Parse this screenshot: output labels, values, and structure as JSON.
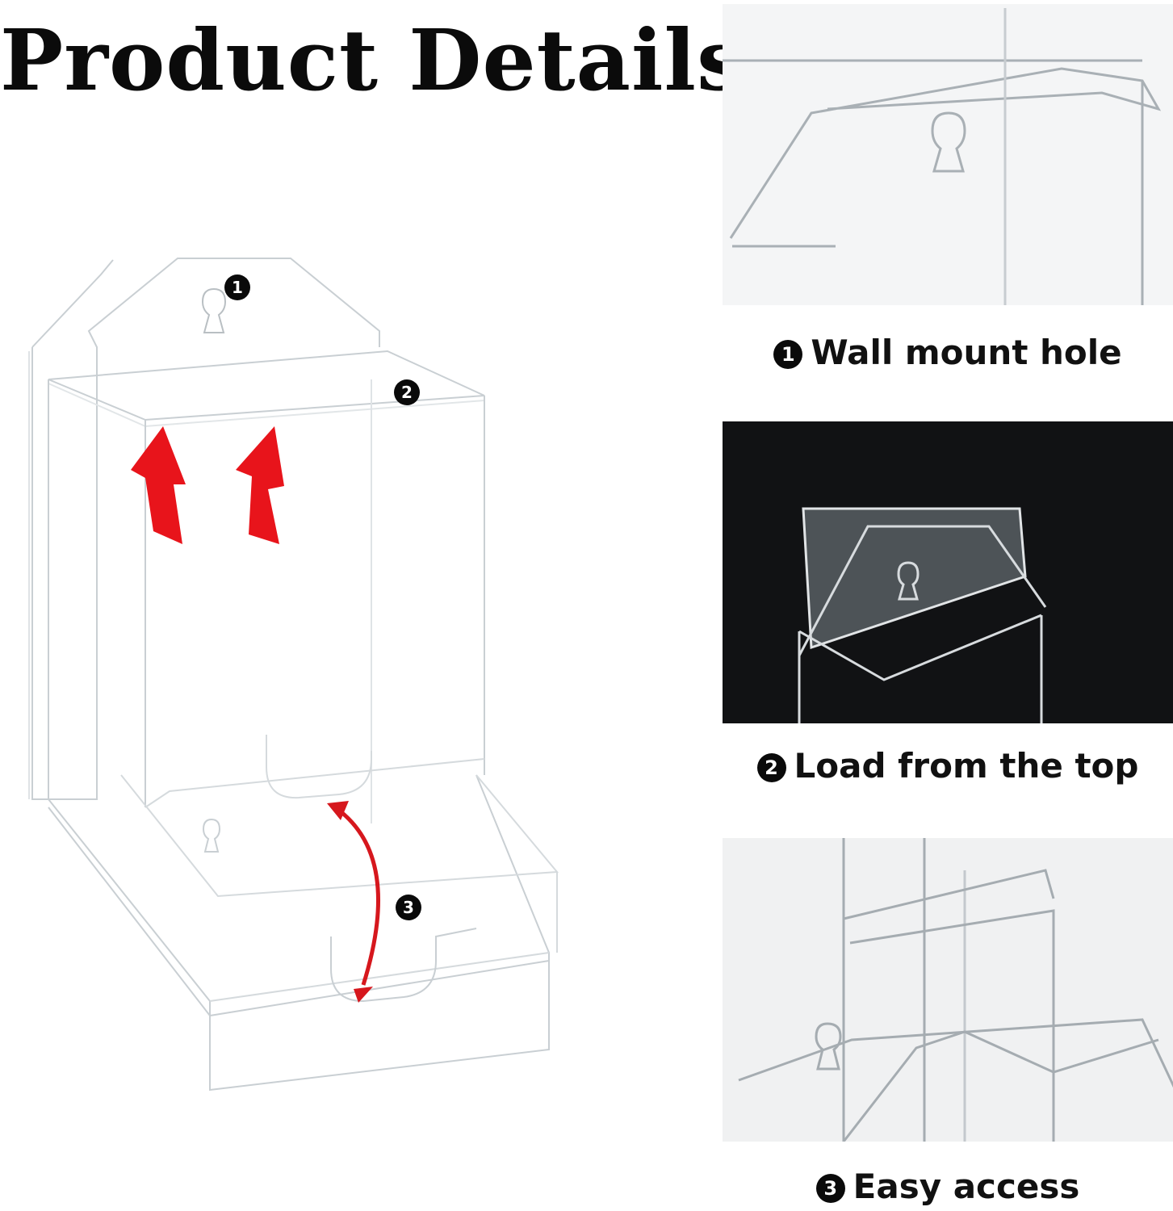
{
  "title": "Product Details",
  "markers": {
    "m1": "1",
    "m2": "2",
    "m3": "3"
  },
  "features": [
    {
      "number": "1",
      "label": "Wall mount hole"
    },
    {
      "number": "2",
      "label": "Load from the top"
    },
    {
      "number": "3",
      "label": "Easy access"
    }
  ],
  "colors": {
    "arrow": "#e8141b",
    "panel_background": "#000000",
    "acrylic_edge": "#c9cfd3"
  }
}
